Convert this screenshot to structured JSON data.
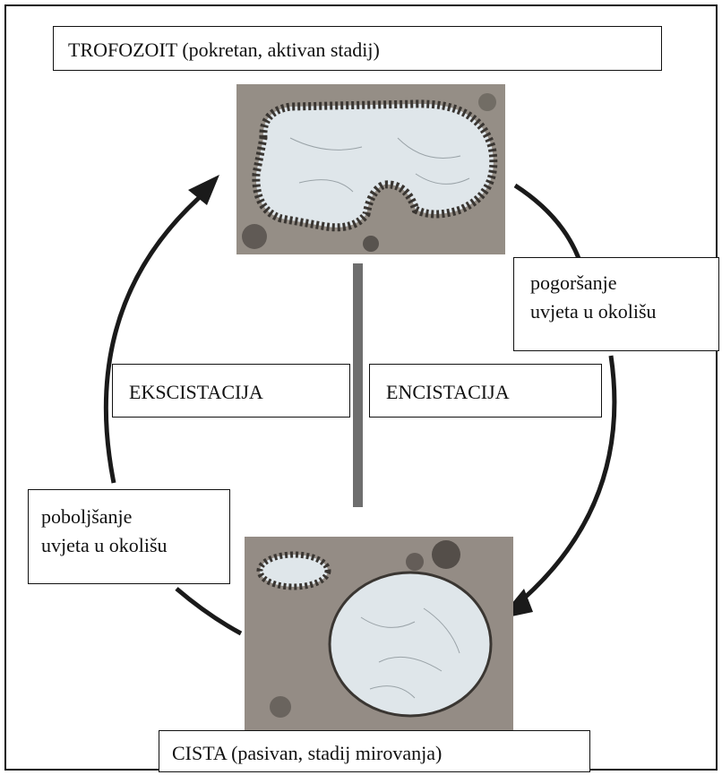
{
  "labels": {
    "top": "TROFOZOIT (pokretan, aktivan stadij)",
    "right_line1": "pogoršanje",
    "right_line2": "uvjeta u okolišu",
    "mid_left": "EKSCISTACIJA",
    "mid_right": "ENCISTACIJA",
    "left_line1": "poboljšanje",
    "left_line2": "uvjeta u okolišu",
    "bottom": "CISTA (pasivan, stadij mirovanja)"
  },
  "colors": {
    "arrow": "#1a1a1a",
    "divider": "#6e6e6e",
    "photo_bg": "#9b948d",
    "cell_fill": "#dfe6ea",
    "cell_wall": "#3a3632"
  }
}
